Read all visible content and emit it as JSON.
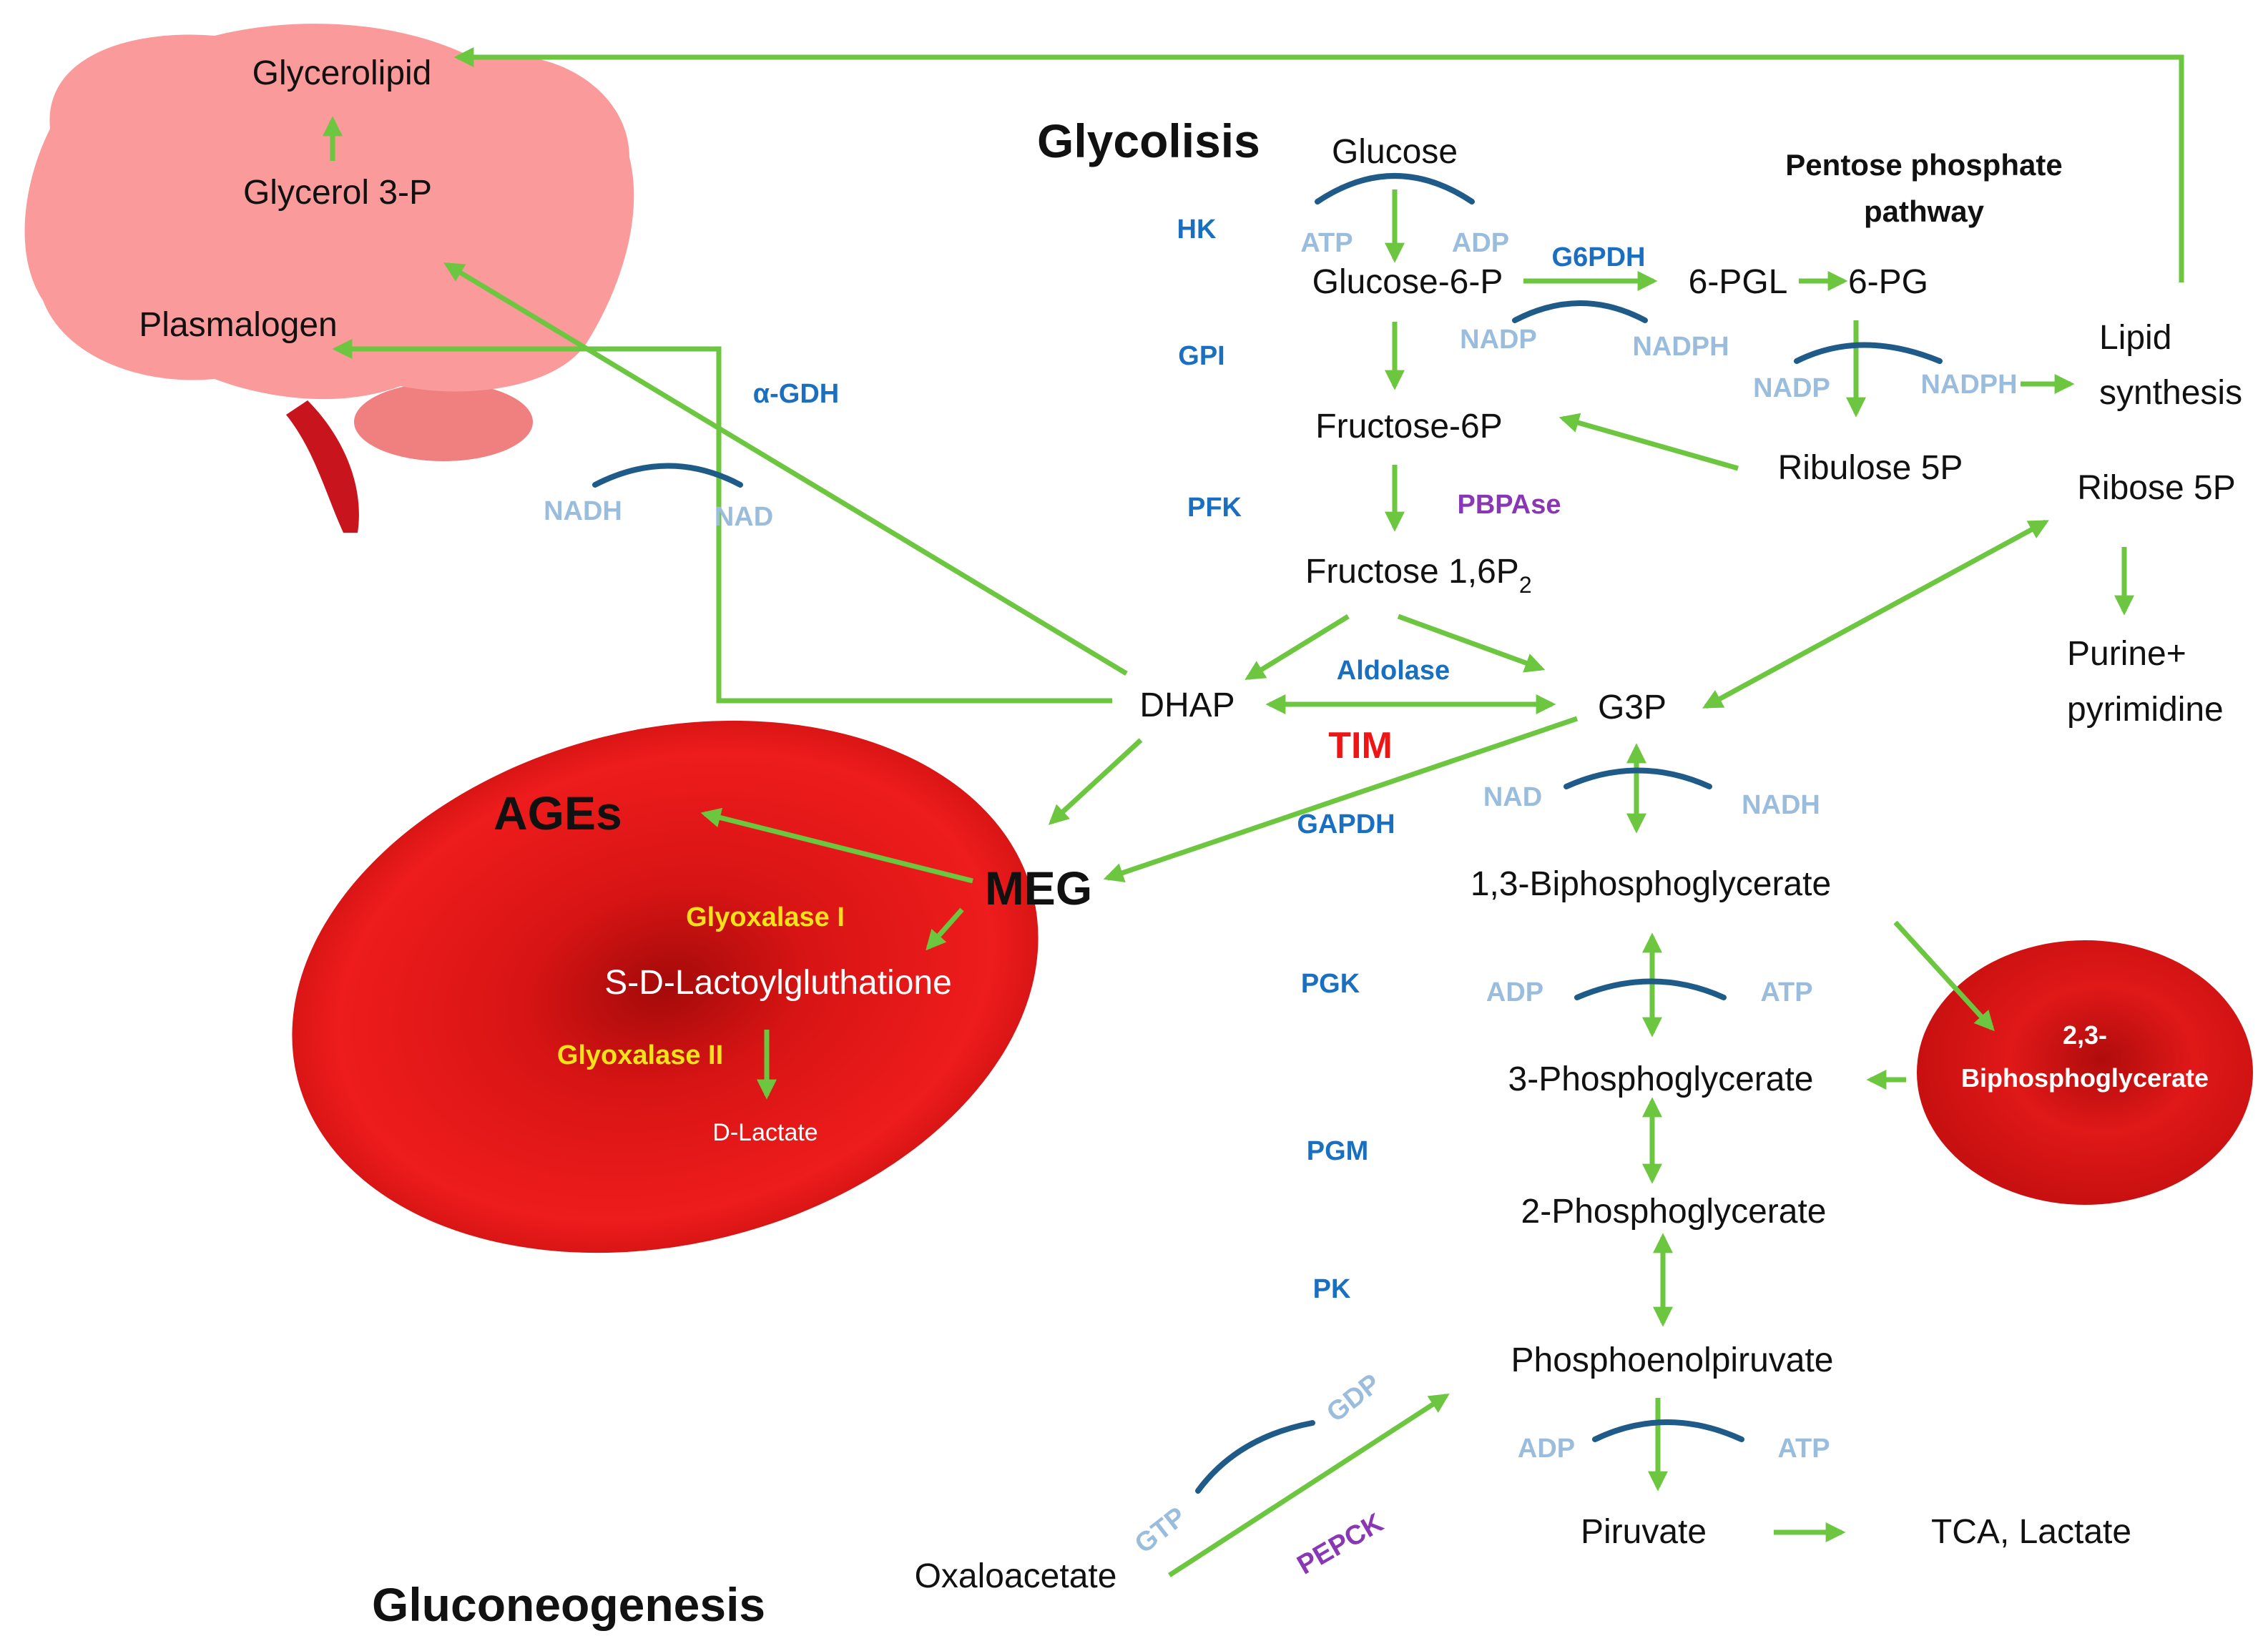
{
  "sections": {
    "glycolysis": "Glycolisis",
    "gluconeogenesis": "Gluconeogenesis",
    "ppp_line1": "Pentose phosphate",
    "ppp_line2": "pathway",
    "ages": "AGEs"
  },
  "metabolites": {
    "glucose": "Glucose",
    "glucose6p": "Glucose-6-P",
    "pgl": "6-PGL",
    "pg": "6-PG",
    "fructose6p": "Fructose-6P",
    "fructose16p2": "Fructose 1,6P",
    "fructose16p2_sub": "2",
    "ribulose5p": "Ribulose 5P",
    "ribose5p": "Ribose 5P",
    "lipid1": "Lipid",
    "lipid2": "synthesis",
    "purine1": "Purine+",
    "purine2": "pyrimidine",
    "dhap": "DHAP",
    "g3p": "G3P",
    "meg": "MEG",
    "bpg13": "1,3-Biphosphoglycerate",
    "pg3": "3-Phosphoglycerate",
    "pg2": "2-Phosphoglycerate",
    "pep": "Phosphoenolpiruvate",
    "piruvate": "Piruvate",
    "tca": "TCA, Lactate",
    "oxaloacetate": "Oxaloacetate",
    "glycerolipid": "Glycerolipid",
    "glycerol3p": "Glycerol 3-P",
    "plasmalogen": "Plasmalogen",
    "sdlactoyl": "S-D-Lactoylgluthatione",
    "dlactate": "D-Lactate",
    "bpg23_1": "2,3-",
    "bpg23_2": "Biphosphoglycerate"
  },
  "enzymes": {
    "hk": "HK",
    "gpi": "GPI",
    "pfk": "PFK",
    "g6pdh": "G6PDH",
    "pbpase": "PBPAse",
    "aldolase": "Aldolase",
    "tim": "TIM",
    "gapdh": "GAPDH",
    "pgk": "PGK",
    "pgm": "PGM",
    "pk": "PK",
    "agdh": "α-GDH",
    "pepck": "PEPCK",
    "glyox1": "Glyoxalase I",
    "glyox2": "Glyoxalase II"
  },
  "cofactors": {
    "hk_in": "ATP",
    "hk_out": "ADP",
    "g6pdh_in": "NADP",
    "g6pdh_out": "NADPH",
    "pgd_in": "NADP",
    "pgd_out": "NADPH",
    "agdh_in": "NADH",
    "agdh_out": "NAD",
    "gapdh_in": "NAD",
    "gapdh_out": "NADH",
    "pgk_in": "ADP",
    "pgk_out": "ATP",
    "pk_in": "ADP",
    "pk_out": "ATP",
    "pepck_in": "GTP",
    "pepck_out": "GDP"
  },
  "colors": {
    "arrow": "#6cc63f",
    "cofactor_curve": "#1f5b88",
    "enzyme": "#1a6fc0",
    "enzyme_purple": "#8a37b5",
    "cofactor": "#9bbddd",
    "glyoxalase": "#f5e21a",
    "tim": "#f01515",
    "red_cell": "#e01818",
    "brain": "#fa9a9a"
  }
}
